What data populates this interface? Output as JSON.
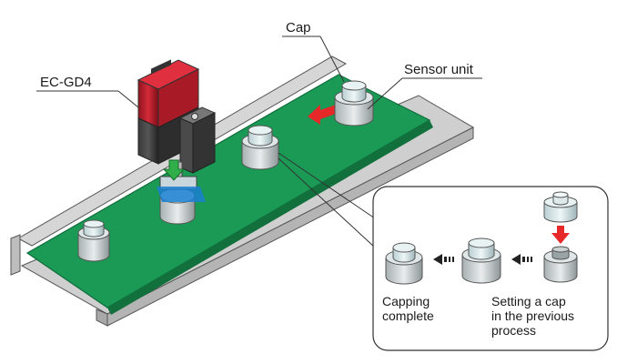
{
  "labels": {
    "cap": "Cap",
    "sensor_unit": "Sensor unit",
    "model": "EC-GD4"
  },
  "inset": {
    "left_caption": [
      "Capping",
      "complete"
    ],
    "right_caption": [
      "Setting a cap",
      "in the previous",
      "process"
    ]
  },
  "colors": {
    "belt": "#1a9a55",
    "sensor_red": "#c41d2c",
    "arrow_red": "#e62828",
    "beam_blue": "#1a7fd1",
    "frame_gray": "#c8c8c8"
  }
}
